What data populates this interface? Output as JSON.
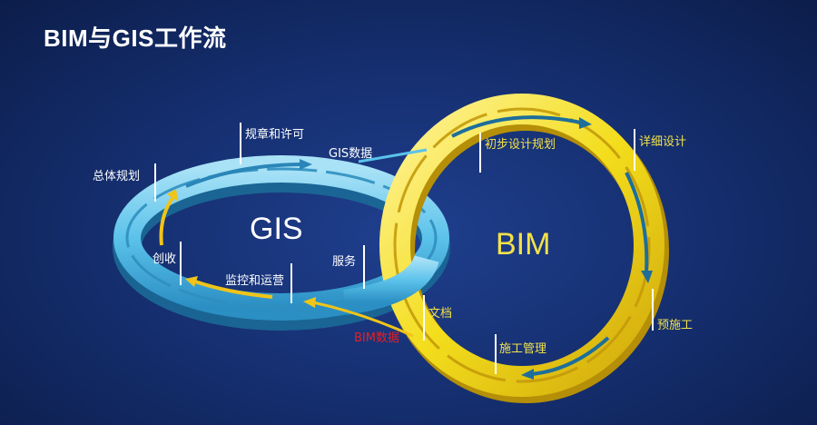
{
  "title": "BIM与GIS工作流",
  "gis_ring": {
    "name": "GIS",
    "labels": {
      "overall_planning": "总体规划",
      "regulations_permits": "规章和许可",
      "revenue": "创收",
      "monitoring_operations": "监控和运营",
      "services": "服务"
    }
  },
  "bim_ring": {
    "name": "BIM",
    "labels": {
      "preliminary_design": "初步设计规划",
      "detailed_design": "详细设计",
      "pre_construction": "预施工",
      "construction_management": "施工管理",
      "documentation": "文档"
    }
  },
  "flows": {
    "gis_data": "GIS数据",
    "bim_data": "BIM数据"
  },
  "colors": {
    "background": "#162f70",
    "gis_ring": "#5bc2ea",
    "bim_ring": "#f3dd1c",
    "bim_data_label": "#e81e1e"
  }
}
